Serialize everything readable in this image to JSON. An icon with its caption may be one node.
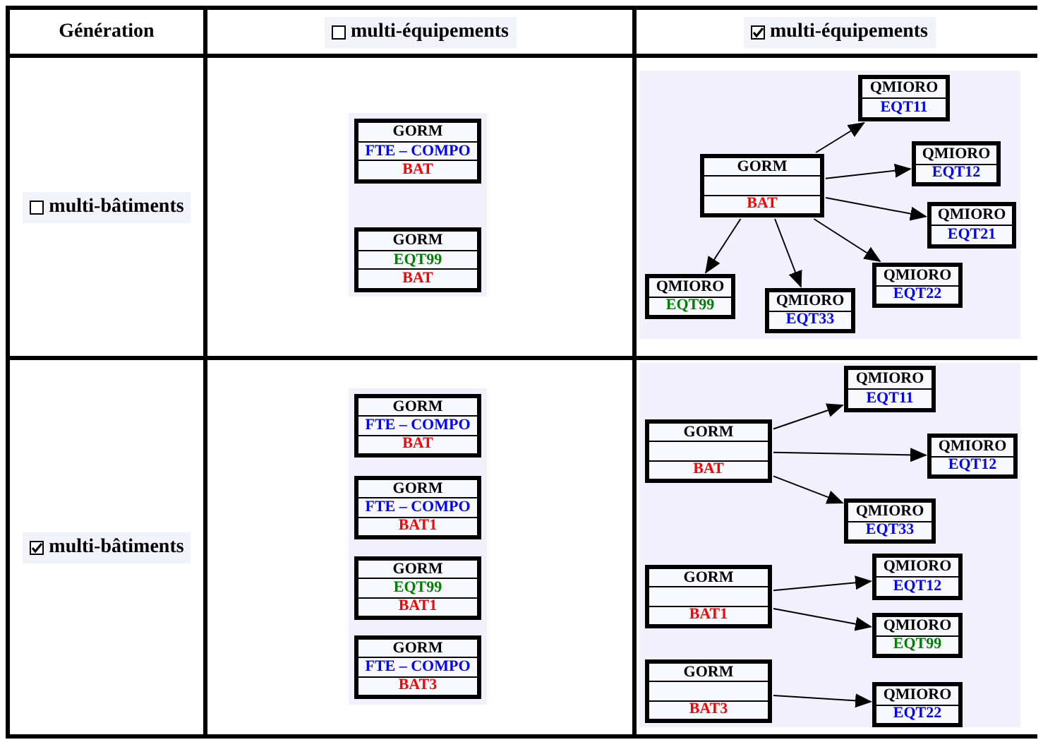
{
  "diagram": {
    "nodes": [
      {
        "text": [
          "GORM",
          "FTE – COMPO",
          "BAT"
        ]
      },
      {
        "text": [
          "GORM",
          "EQT99",
          "BAT"
        ]
      },
      {
        "text": [
          "QMIORO",
          "EQT11"
        ]
      },
      {
        "text": [
          "GORM",
          "BAT"
        ]
      },
      {
        "text": [
          "QMIORO",
          "EQT12"
        ]
      },
      {
        "text": [
          "QMIORO",
          "EQT21"
        ]
      },
      {
        "text": [
          "QMIORO",
          "EQT22"
        ]
      },
      {
        "text": [
          "QMIORO",
          "EQT99"
        ]
      },
      {
        "text": [
          "QMIORO",
          "EQT33"
        ]
      },
      {
        "text": [
          "GORM",
          "FTE – COMPO",
          "BAT"
        ]
      },
      {
        "text": [
          "GORM",
          "FTE – COMPO",
          "BAT1"
        ]
      },
      {
        "text": [
          "GORM",
          "EQT99",
          "BAT1"
        ]
      },
      {
        "text": [
          "GORM",
          "FTE – COMPO",
          "BAT3"
        ]
      },
      {
        "text": [
          "QMIORO",
          "EQT11"
        ]
      },
      {
        "text": [
          "GORM",
          "BAT"
        ]
      },
      {
        "text": [
          "QMIORO",
          "EQT12"
        ]
      },
      {
        "text": [
          "QMIORO",
          "EQT33"
        ]
      },
      {
        "text": [
          "GORM",
          "BAT1"
        ]
      },
      {
        "text": [
          "QMIORO",
          "EQT12"
        ]
      },
      {
        "text": [
          "QMIORO",
          "EQT99"
        ]
      },
      {
        "text": [
          "GORM",
          "BAT3"
        ]
      },
      {
        "text": [
          "QMIORO",
          "EQT22"
        ]
      }
    ],
    "edges": [
      {
        "from": 3,
        "to": 2,
        "arrow": "to"
      },
      {
        "from": 3,
        "to": 4,
        "arrow": "to"
      },
      {
        "from": 3,
        "to": 5,
        "arrow": "to"
      },
      {
        "from": 3,
        "to": 6,
        "arrow": "to"
      },
      {
        "from": 3,
        "to": 7,
        "arrow": "to"
      },
      {
        "from": 3,
        "to": 8,
        "arrow": "to"
      },
      {
        "from": 14,
        "to": 13,
        "arrow": "to"
      },
      {
        "from": 14,
        "to": 15,
        "arrow": "to"
      },
      {
        "from": 14,
        "to": 16,
        "arrow": "to"
      },
      {
        "from": 17,
        "to": 18,
        "arrow": "to"
      },
      {
        "from": 17,
        "to": 19,
        "arrow": "to"
      },
      {
        "from": 20,
        "to": 21,
        "arrow": "to"
      }
    ],
    "labels": [
      "Génération",
      "multi-équipements",
      "multi-équipements",
      "multi-bâtiments",
      "multi-bâtiments"
    ]
  }
}
